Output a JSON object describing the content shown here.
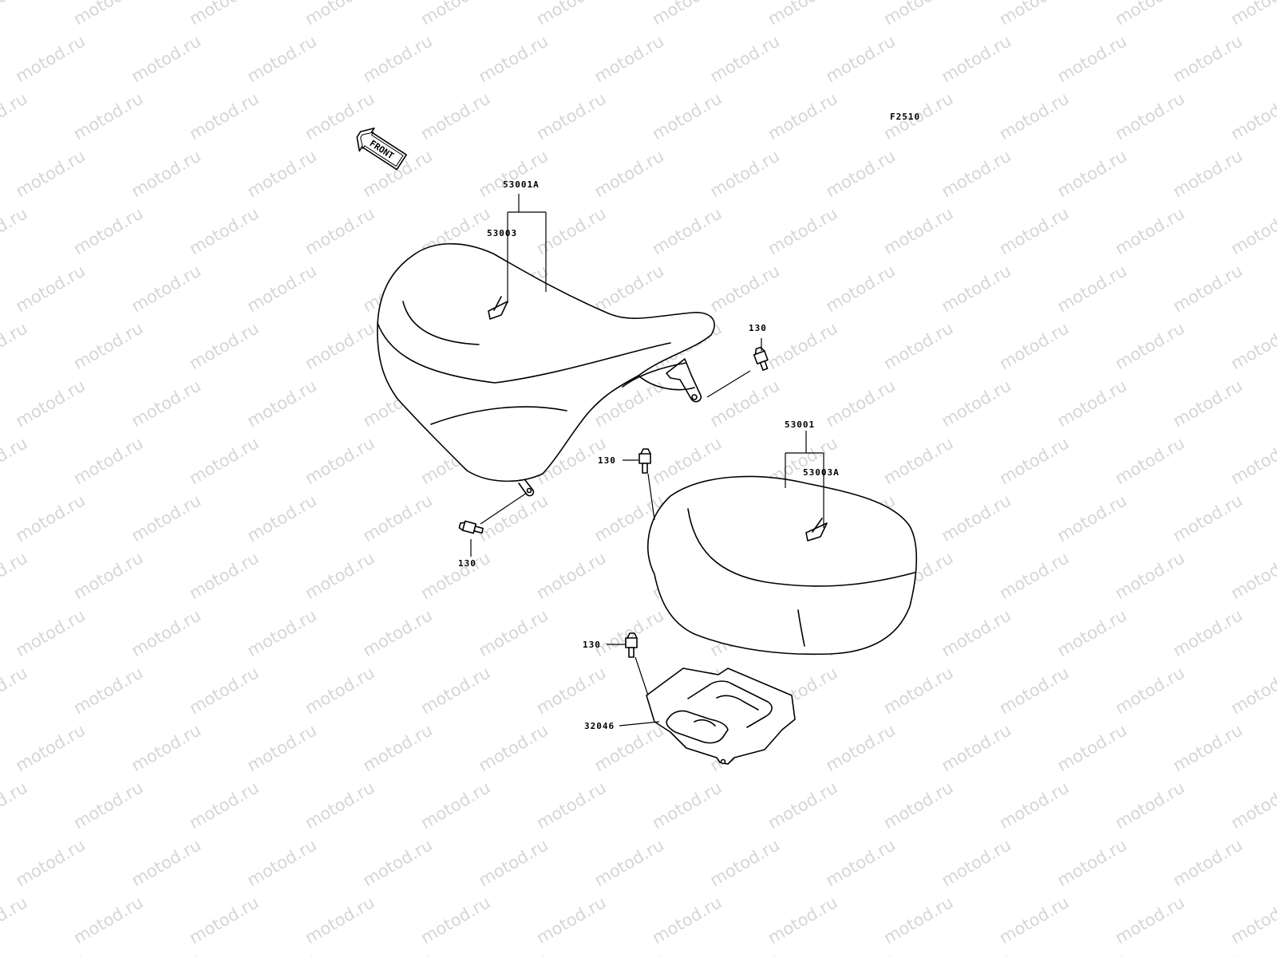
{
  "watermark": {
    "text": "motod.ru",
    "color": "#d6d6d6"
  },
  "figure_code": "F2510",
  "front_arrow_label": "FRONT",
  "callouts": {
    "seat_assembly": "53001A",
    "seat_rider": "53003",
    "seat_passenger_assembly": "53001",
    "seat_passenger": "53003A",
    "bolt_upper_right": "130",
    "bolt_left": "130",
    "bolt_middle": "130",
    "bolt_lower": "130",
    "plate": "32046"
  }
}
